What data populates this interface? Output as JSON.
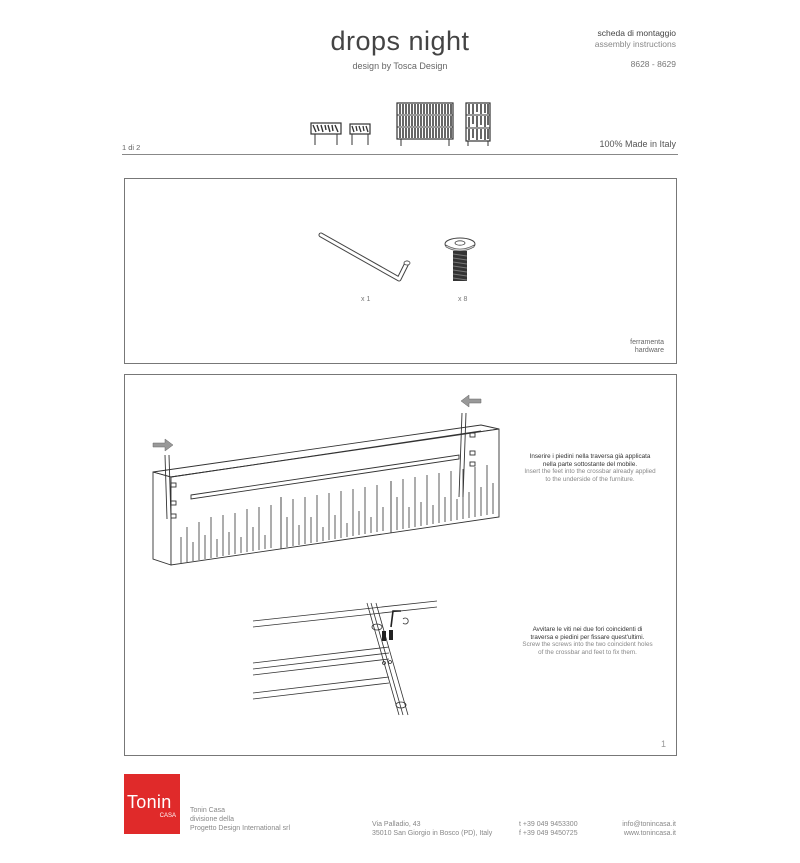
{
  "header": {
    "title": "drops night",
    "subtitle": "design by Tosca Design",
    "doc_type_it": "scheda di montaggio",
    "doc_type_en": "assembly instructions",
    "product_codes": "8628 - 8629",
    "page_number": "1 di 2",
    "made_in": "100% Made in Italy",
    "product_icons": [
      "nightstand-wide-icon",
      "nightstand-small-icon",
      "dresser-icon",
      "tall-chest-icon"
    ]
  },
  "hardware_panel": {
    "items": [
      {
        "icon": "allen-key-icon",
        "quantity": "x 1"
      },
      {
        "icon": "screw-icon",
        "quantity": "x 8"
      }
    ],
    "label_it": "ferramenta",
    "label_en": "hardware"
  },
  "step_panel": {
    "step_number": "1",
    "instructions": [
      {
        "it_line1": "Inserire i piedini nella traversa già applicata",
        "it_line2": "nella parte sottostante del mobile.",
        "en_line1": "Insert the feet into the crossbar already applied",
        "en_line2": "to the underside of the furniture."
      },
      {
        "it_line1": "Avvitare le viti nei due fori coincidenti di",
        "it_line2": "traversa e piedini per fissare quest'ultimi.",
        "en_line1": "Screw the screws into the two coincident holes",
        "en_line2": "of the crossbar and feet to fix them."
      }
    ]
  },
  "footer": {
    "logo_brand": "Tonin",
    "logo_sub": "CASA",
    "brand_color": "#e02a2a",
    "company_line1": "Tonin Casa",
    "company_line2": "divisione della",
    "company_line3": "Progetto Design International srl",
    "address_line1": "Via Palladio, 43",
    "address_line2": "35010 San Giorgio in Bosco (PD), Italy",
    "phone": "t +39 049 9453300",
    "fax": "f +39 049 9450725",
    "email": "info@tonincasa.it",
    "website": "www.tonincasa.it"
  }
}
